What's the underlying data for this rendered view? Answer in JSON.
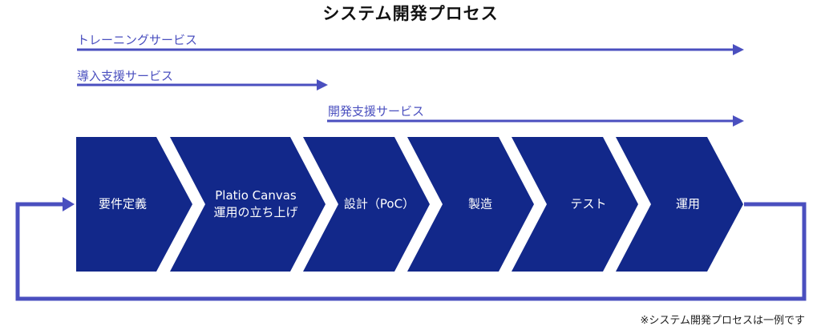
{
  "title": "システム開発プロセス",
  "services": [
    {
      "label": "トレーニングサービス",
      "spans_steps": [
        "要件定義",
        "運用"
      ]
    },
    {
      "label": "導入支援サービス",
      "spans_steps": [
        "要件定義",
        "Platio Canvas 運用の立ち上げ"
      ]
    },
    {
      "label": "開発支援サービス",
      "spans_steps": [
        "設計（PoC）",
        "運用"
      ]
    }
  ],
  "steps": [
    {
      "line1": "要件定義",
      "line2": ""
    },
    {
      "line1": "Platio Canvas",
      "line2": "運用の立ち上げ"
    },
    {
      "line1": "設計（PoC）",
      "line2": ""
    },
    {
      "line1": "製造",
      "line2": ""
    },
    {
      "line1": "テスト",
      "line2": ""
    },
    {
      "line1": "運用",
      "line2": ""
    }
  ],
  "feedback_loop": {
    "from": "運用",
    "to": "要件定義"
  },
  "note": "※システム開発プロセスは一例です",
  "colors": {
    "step_fill": "#12288a",
    "arrow": "#4a4fbf",
    "title": "#111111"
  }
}
